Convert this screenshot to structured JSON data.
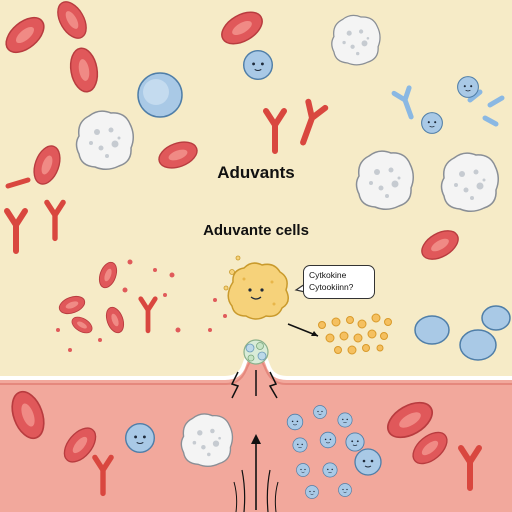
{
  "diagram": {
    "title": "Aduvants",
    "subtitle": "Aduvante cells",
    "speech_bubble": {
      "line1": "Cytkokine",
      "line2": "Cytookiinn?"
    }
  },
  "colors": {
    "background_cream": "#f6ebc7",
    "tissue_pink": "#f2a89c",
    "red_cell": "#e0585a",
    "white_cell": "#f4f4f4",
    "lymphocyte_blue": "#a9c9e6",
    "antibody_red": "#d9473f",
    "antibody_blue": "#8ab8e3",
    "adjuvant_yellow": "#f6d27a",
    "cytokine_orange": "#f5c060"
  },
  "icons": {
    "red-blood-cell": "red-blood-cell-icon",
    "white-blood-cell": "white-blood-cell-icon",
    "lymphocyte": "lymphocyte-icon",
    "antibody": "antibody-icon",
    "adjuvant-cell": "adjuvant-cell-icon",
    "cytokine": "cytokine-particle-icon"
  }
}
